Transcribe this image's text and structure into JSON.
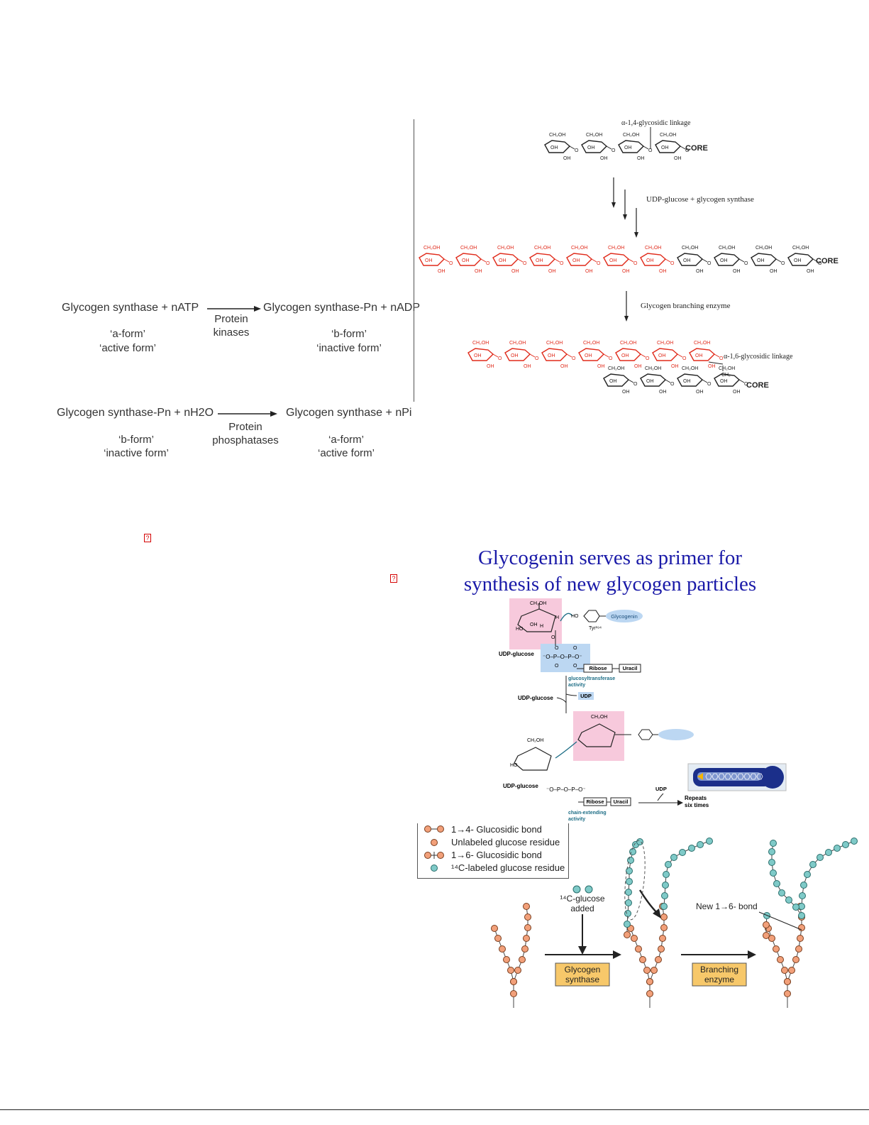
{
  "regulation": {
    "eq1": {
      "left": "Glycogen synthase + nATP",
      "enzyme": "Protein\nkinases",
      "right": "Glycogen synthase-Pn + nADP",
      "left_form": "‘a-form’",
      "left_state": "‘active form’",
      "right_form": "‘b-form’",
      "right_state": "‘inactive form’"
    },
    "eq2": {
      "left": "Glycogen synthase-Pn + nH2O",
      "enzyme": "Protein\nphosphatases",
      "right": "Glycogen synthase + nPi",
      "left_form": "‘b-form’",
      "left_state": "‘inactive form’",
      "right_form": "‘a-form’",
      "right_state": "‘active form’"
    }
  },
  "branching": {
    "linkage_14": "α-1,4-glycosidic linkage",
    "step1": "UDP-glucose + glycogen synthase",
    "step2": "Glycogen branching enzyme",
    "linkage_16": "α-1,6-glycosidic linkage",
    "core": "CORE",
    "ring_labels": {
      "ch2oh": "CH₂OH",
      "oh": "OH",
      "ch2": "CH₂",
      "o": "O"
    }
  },
  "glycogenin": {
    "title_line1": "Glycogenin serves as primer for",
    "title_line2": "synthesis of new glycogen particles",
    "udp_glucose": "UDP-glucose",
    "glycogenin": "Glycogenin",
    "tyr": "Tyr¹⁹⁴",
    "ho": "HO",
    "ribose": "Ribose",
    "uracil": "Uracil",
    "glucosyltransferase": "glucosyltransferase\nactivity",
    "udp": "UDP",
    "chain_extending": "chain-extending\nactivity",
    "repeats": "Repeats\nsix times"
  },
  "labeling": {
    "legend": [
      "1→4- Glucosidic bond",
      "Unlabeled glucose residue",
      "1→6- Glucosidic bond",
      "¹⁴C-labeled glucose residue"
    ],
    "c14_added": "¹⁴C-glucose\nadded",
    "new_bond": "New 1→6- bond",
    "box1": "Glycogen\nsynthase",
    "box2": "Branching\nenzyme"
  },
  "colors": {
    "red_residue": "#e02a1a",
    "title_blue": "#1a1aa8",
    "orange_residue": "#f2a07a",
    "teal_residue": "#7fcac8",
    "pink_highlight": "#f7c9dc",
    "blue_highlight": "#bcd7f2",
    "box_yellow": "#f7c86a"
  }
}
